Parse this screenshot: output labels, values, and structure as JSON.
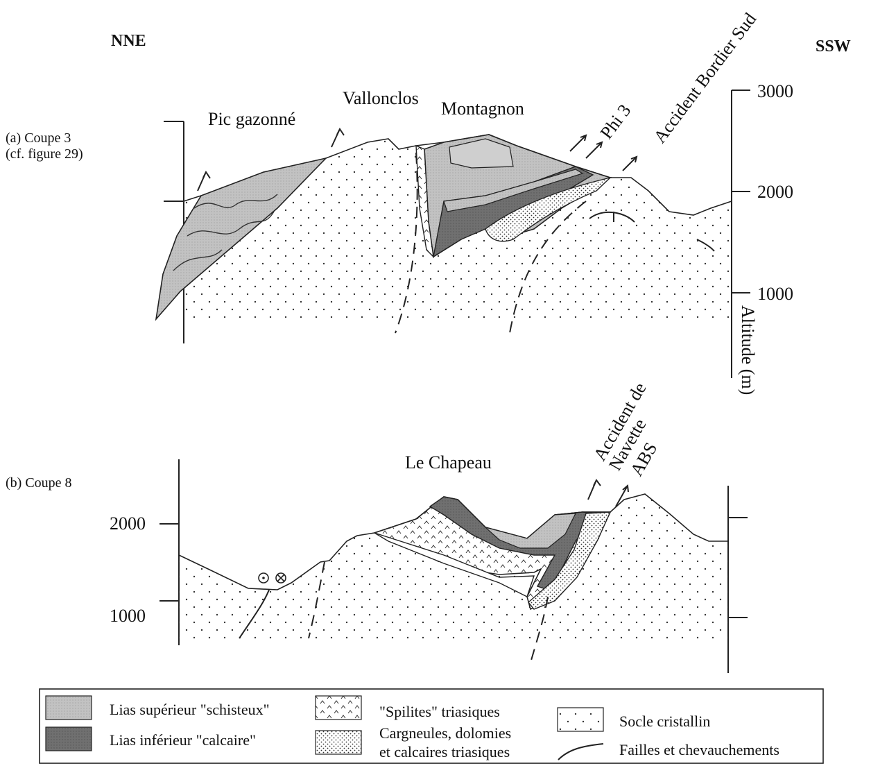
{
  "orientation": {
    "left": "NNE",
    "right": "SSW"
  },
  "section_a": {
    "label_line1": "(a) Coupe 3",
    "label_line2": "(cf. figure 29)",
    "places": [
      "Pic gazonné",
      "Vallonclos",
      "Montagnon"
    ],
    "faults": [
      "Phi 3",
      "Accident Bordier Sud"
    ],
    "altitude_ticks": [
      "3000",
      "2000",
      "1000"
    ],
    "axis_title": "Altitude (m)"
  },
  "section_b": {
    "label": "(b) Coupe 8",
    "places": [
      "Le Chapeau"
    ],
    "faults": [
      "Accident de",
      "Navette",
      "ABS"
    ],
    "altitude_ticks": [
      "2000",
      "1000"
    ]
  },
  "legend": {
    "items": [
      {
        "label": "Lias supérieur \"schisteux\"",
        "pattern": "schist"
      },
      {
        "label": "Lias inférieur \"calcaire\"",
        "pattern": "limestone"
      },
      {
        "label": "\"Spilites\" triasiques",
        "pattern": "spilite"
      },
      {
        "label_line1": "Cargneules, dolomies",
        "label_line2": "et calcaires triasiques",
        "pattern": "cargneule"
      },
      {
        "label": "Socle cristallin",
        "pattern": "socle"
      },
      {
        "label": "Failles et chevauchements",
        "pattern": "fault"
      }
    ]
  },
  "colors": {
    "schist": "#b9b9b9",
    "limestone": "#6e6e6e"
  }
}
